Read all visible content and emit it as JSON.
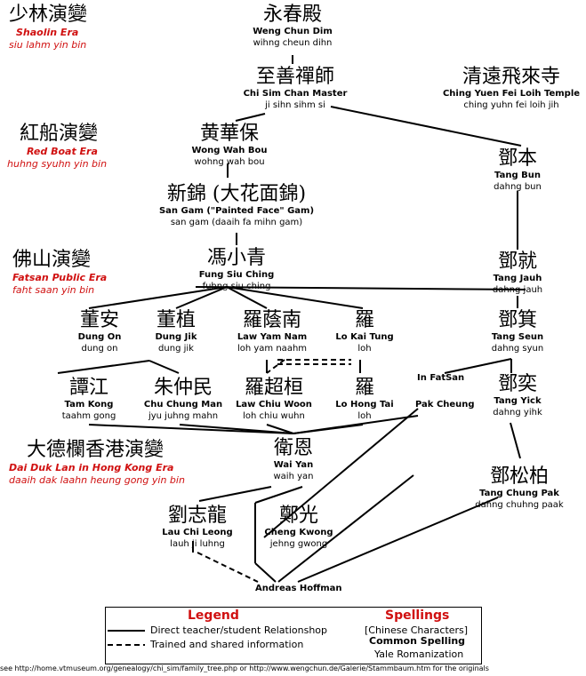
{
  "eras": [
    {
      "zh": "少林演變",
      "en": "Shaolin Era",
      "yale": "siu lahm yin bin"
    },
    {
      "zh": "紅船演變",
      "en": "Red Boat Era",
      "yale": "huhng syuhn yin bin"
    },
    {
      "zh": "佛山演變",
      "en": "Fatsan Public Era",
      "yale": "faht saan yin bin"
    },
    {
      "zh": "大德欄香港演變",
      "en": "Dai Duk Lan in Hong Kong Era",
      "yale": "daaih dak laahn heung gong yin bin"
    }
  ],
  "people": {
    "weng_chun_dim": {
      "zh": "永春殿",
      "en": "Weng Chun Dim",
      "yale": "wihng cheun dihn"
    },
    "chi_sim": {
      "zh": "至善禪師",
      "en": "Chi Sim Chan Master",
      "yale": "ji sihn sihm si"
    },
    "ching_yuen": {
      "zh": "清遠飛來寺",
      "en": "Ching Yuen Fei Loih Temple",
      "yale": "ching yuhn fei loih jih"
    },
    "wong_wah_bou": {
      "zh": "黄華保",
      "en": "Wong Wah Bou",
      "yale": "wohng wah bou"
    },
    "tang_bun": {
      "zh": "鄧本",
      "en": "Tang Bun",
      "yale": "dahng bun"
    },
    "san_gam": {
      "zh": "新錦 (大花面錦)",
      "en": "San Gam (\"Painted Face\" Gam)",
      "yale": "san gam (daaih fa mihn gam)"
    },
    "fung_siu_ching": {
      "zh": "馮小青",
      "en": "Fung Siu Ching",
      "yale": "fuhng siu ching"
    },
    "tang_jauh": {
      "zh": "鄧就",
      "en": "Tang Jauh",
      "yale": "dahng jauh"
    },
    "dung_on": {
      "zh": "董安",
      "en": "Dung On",
      "yale": "dung on"
    },
    "dung_jik": {
      "zh": "董植",
      "en": "Dung Jik",
      "yale": "dung jik"
    },
    "law_yam_nam": {
      "zh": "羅蔭南",
      "en": "Law Yam Nam",
      "yale": "loh yam naahm"
    },
    "lo_kai_tung": {
      "zh": "羅",
      "en": "Lo Kai Tung",
      "yale": "loh"
    },
    "tang_seun": {
      "zh": "鄧箕",
      "en": "Tang Seun",
      "yale": "dahng syun"
    },
    "tam_kong": {
      "zh": "譚江",
      "en": "Tam Kong",
      "yale": "taahm gong"
    },
    "chu_chung_man": {
      "zh": "朱仲民",
      "en": "Chu Chung Man",
      "yale": "jyu juhng mahn"
    },
    "law_chiu_woon": {
      "zh": "羅超桓",
      "en": "Law Chiu Woon",
      "yale": "loh chiu wuhn"
    },
    "lo_hong_tai": {
      "zh": "羅",
      "en": "Lo Hong Tai",
      "yale": "loh"
    },
    "tang_yick": {
      "zh": "鄧奕",
      "en": "Tang Yick",
      "yale": "dahng yihk"
    },
    "wai_yan": {
      "zh": "衛恩",
      "en": "Wai Yan",
      "yale": "waih yan"
    },
    "tang_chung_pak": {
      "zh": "鄧松柏",
      "en": "Tang Chung Pak",
      "yale": "dahng chuhng paak"
    },
    "lau_chi_leong": {
      "zh": "劉志龍",
      "en": "Lau Chi Leong",
      "yale": "lauh ji luhng"
    },
    "cheng_kwong": {
      "zh": "鄭光",
      "en": "Cheng Kwong",
      "yale": "jehng gwong"
    }
  },
  "plain_labels": {
    "in_fatsan": "In FatSan",
    "pak_cheung": "Pak Cheung",
    "andreas": "Andreas Hoffman"
  },
  "legend": {
    "title": "Legend",
    "solid": "Direct teacher/student Relationshop",
    "dashed": "Trained and shared information",
    "spellings_title": "Spellings",
    "chinese": "[Chinese Characters]",
    "common": "Common Spelling",
    "yale": "Yale Romanization"
  },
  "footer": "see http://home.vtmuseum.org/genealogy/chi_sim/family_tree.php or http://www.wengchun.de/Galerie/Stammbaum.htm for the originals",
  "colors": {
    "era": "#d01010",
    "line": "#000000"
  }
}
